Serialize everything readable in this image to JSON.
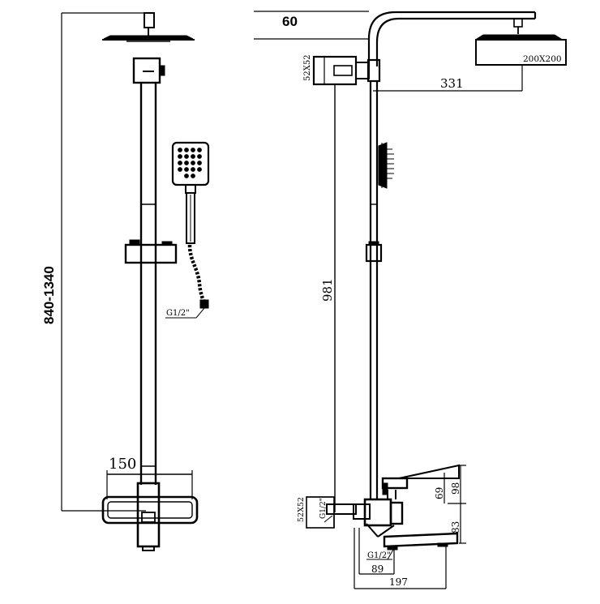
{
  "dimensions": {
    "total_height": "840-1340",
    "arm_offset": "60",
    "arm_length": "331",
    "head_size": "200X200",
    "bracket_size_upper": "52X52",
    "bracket_size_lower": "52X52",
    "bar_height": "981",
    "mixer_width": "150",
    "mixer_height_a": "69",
    "mixer_height_b": "98",
    "spout_height": "83",
    "spout_depth_a": "89",
    "spout_depth_b": "197",
    "inlet_hose": "G1/2\"",
    "inlet_side": "G1/2\"",
    "inlet_bottom": "G1/2\""
  }
}
